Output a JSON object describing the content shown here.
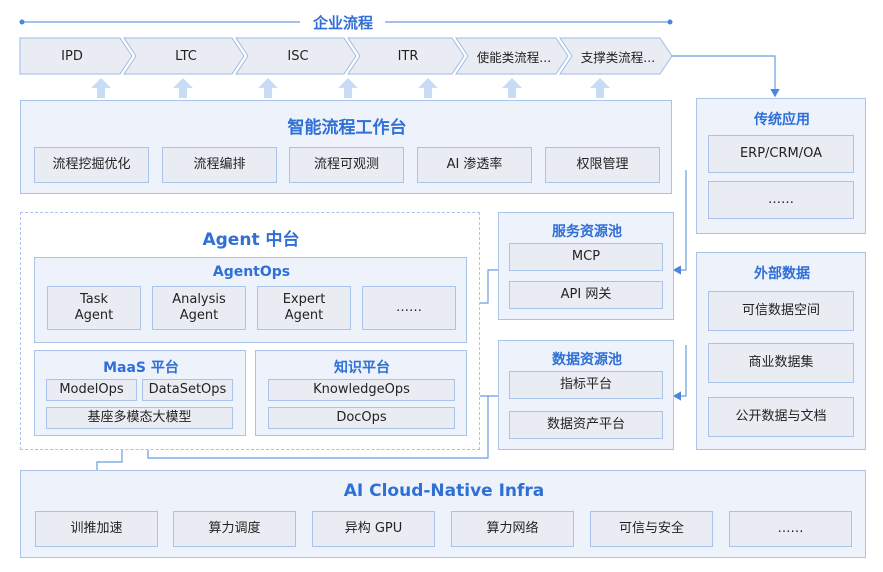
{
  "process": {
    "title": "企业流程",
    "chevrons": [
      "IPD",
      "LTC",
      "ISC",
      "ITR",
      "使能类流程...",
      "支撑类流程..."
    ]
  },
  "workbench": {
    "title": "智能流程工作台",
    "items": [
      "流程挖掘优化",
      "流程编排",
      "流程可观测",
      "AI 渗透率",
      "权限管理"
    ]
  },
  "traditional_apps": {
    "title": "传统应用",
    "items": [
      "ERP/CRM/OA",
      "……"
    ]
  },
  "agent_platform": {
    "title": "Agent 中台",
    "agentops": {
      "title": "AgentOps",
      "items": [
        "Task\nAgent",
        "Analysis\nAgent",
        "Expert\nAgent",
        "……"
      ]
    },
    "maas": {
      "title": "MaaS 平台",
      "items": [
        "ModelOps",
        "DataSetOps",
        "基座多模态大模型"
      ]
    },
    "knowledge": {
      "title": "知识平台",
      "items": [
        "KnowledgeOps",
        "DocOps"
      ]
    }
  },
  "service_pool": {
    "title": "服务资源池",
    "items": [
      "MCP",
      "API 网关"
    ]
  },
  "data_pool": {
    "title": "数据资源池",
    "items": [
      "指标平台",
      "数据资产平台"
    ]
  },
  "external_data": {
    "title": "外部数据",
    "items": [
      "可信数据空间",
      "商业数据集",
      "公开数据与文档"
    ]
  },
  "infra": {
    "title": "AI Cloud-Native Infra",
    "items": [
      "训推加速",
      "算力调度",
      "异构 GPU",
      "算力网络",
      "可信与安全",
      "……"
    ]
  },
  "colors": {
    "accent": "#2f6fd6",
    "border": "#a9c3ea",
    "panel_bg": "#eef3fb",
    "box_bg": "#e9edf3",
    "arrow": "#6a9de0",
    "up_arrow": "#c9dcf5"
  }
}
